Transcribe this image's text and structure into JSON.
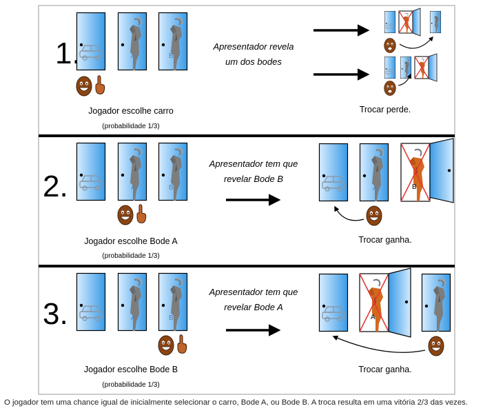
{
  "rows": [
    {
      "number": "1.",
      "middle_lines": [
        "Apresentador revela",
        "um dos bodes"
      ],
      "player_label": "Jogador escolhe carro",
      "probability": "(probabilidade 1/3)",
      "result_label": "Trocar perde.",
      "door_letters": [
        "",
        "A",
        "B"
      ]
    },
    {
      "number": "2.",
      "middle_lines": [
        "Apresentador tem que",
        "revelar Bode B"
      ],
      "player_label": "Jogador escolhe Bode A",
      "probability": "(probabilidade 1/3)",
      "result_label": "Trocar ganha.",
      "door_letters": [
        "",
        "A",
        "B"
      ]
    },
    {
      "number": "3.",
      "middle_lines": [
        "Apresentador tem que",
        "revelar Bode A"
      ],
      "player_label": "Jogador escolhe Bode B",
      "probability": "(probabilidade 1/3)",
      "result_label": "Trocar ganha.",
      "door_letters": [
        "",
        "A",
        "B"
      ]
    }
  ],
  "caption": "O jogador tem uma chance igual de inicialmente selecionar o carro, Bode A, ou Bode B. A troca resulta em uma vitória 2/3 das vezes.",
  "colors": {
    "door_light": "#d6ecff",
    "door_dark": "#3a9be6",
    "goat": "#7d7d7d",
    "goat_revealed": "#d2691e",
    "face": "#8b4513",
    "cross": "#e53935",
    "divider": "#000000"
  }
}
